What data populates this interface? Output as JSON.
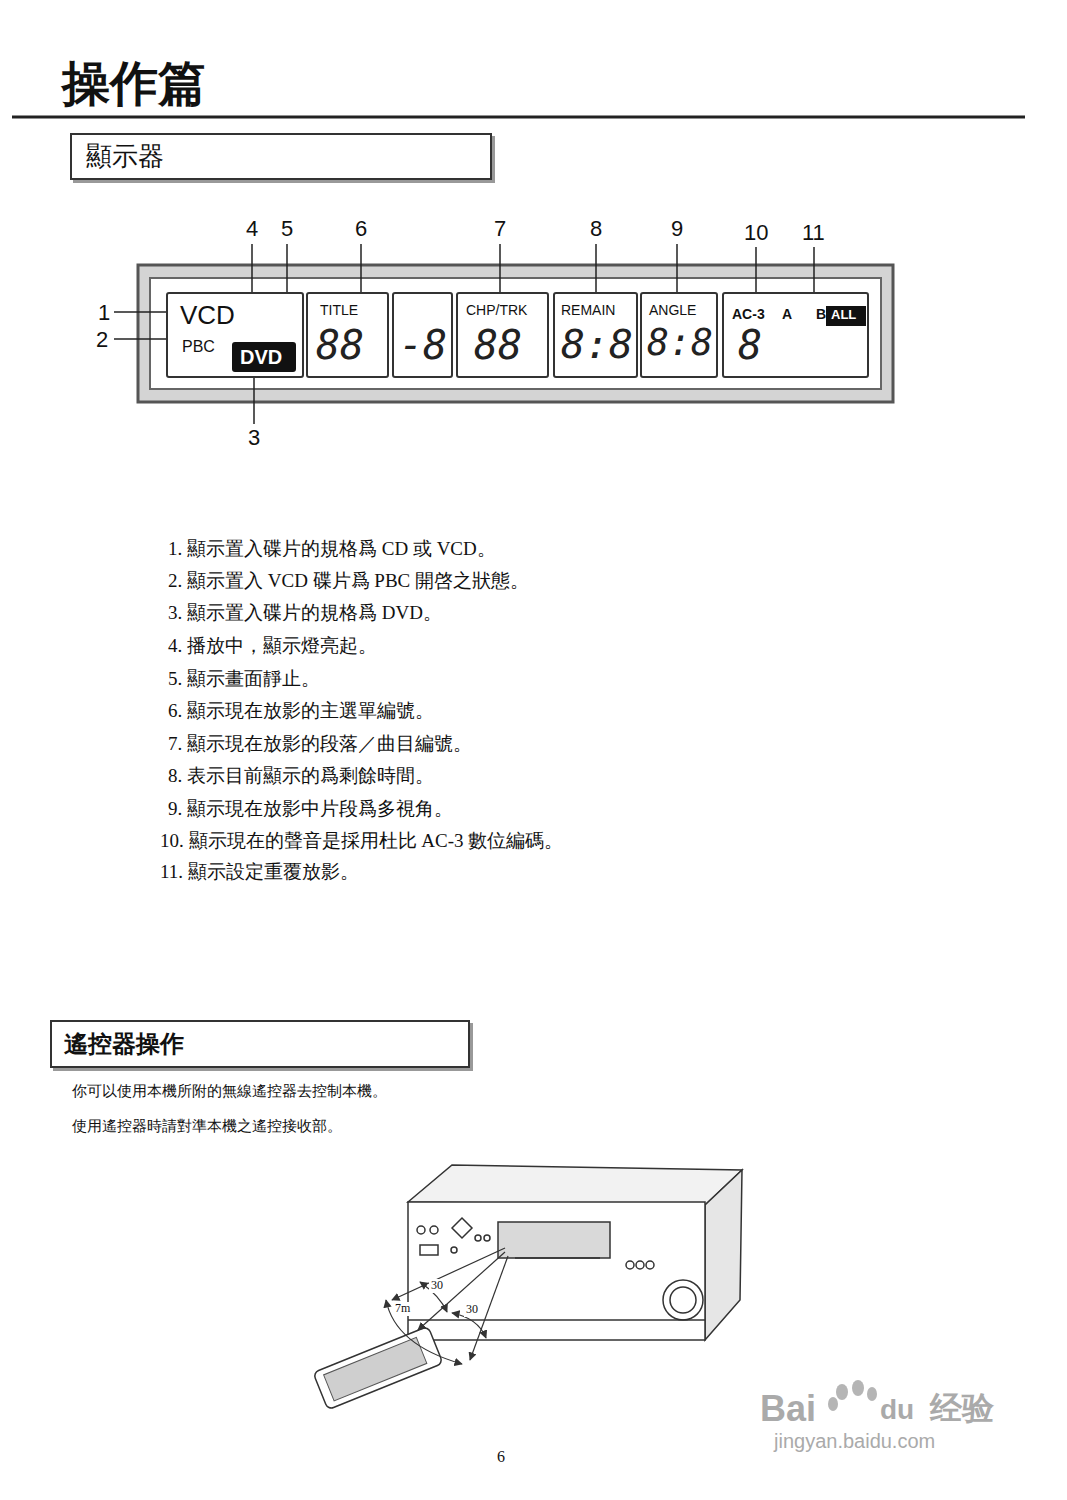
{
  "diagram": {
    "title": "操作篇",
    "nodes": [
      {
        "text": [
          "顯示器"
        ]
      },
      {
        "text": [
          "VCD",
          "PBC"
        ]
      },
      {
        "text": [
          "DVD"
        ],
        "in": 1
      },
      {
        "text": [
          "TITLE",
          "88"
        ]
      },
      {
        "text": [
          "-8"
        ]
      },
      {
        "text": [
          "CHP/TRK",
          "88"
        ]
      },
      {
        "text": [
          "REMAIN",
          "8:8"
        ]
      },
      {
        "text": [
          "ANGLE",
          "8:8"
        ]
      },
      {
        "text": [
          "AC-3",
          "A",
          "B",
          "8"
        ]
      },
      {
        "text": [
          "ALL"
        ],
        "in": 8
      },
      {
        "text": [
          "遙控器操作"
        ]
      }
    ],
    "edges": [],
    "labels": [
      "4",
      "5",
      "6",
      "7",
      "8",
      "9",
      "10",
      "11",
      "1",
      "2",
      "3",
      "1. 顯示置入碟片的規格爲 CD 或 VCD。",
      "2. 顯示置入 VCD 碟片爲 PBC 開啓之狀態。",
      "3. 顯示置入碟片的規格爲 DVD。",
      "4. 播放中，顯示燈亮起。",
      "5. 顯示畫面靜止。",
      "6. 顯示現在放影的主選單編號。",
      "7. 顯示現在放影的段落／曲目編號。",
      "8. 表示目前顯示的爲剩餘時間。",
      "9. 顯示現在放影中片段爲多視角。",
      "10. 顯示現在的聲音是採用杜比 AC-3 數位編碼。",
      "11. 顯示設定重覆放影。",
      "你可以使用本機所附的無線遙控器去控制本機。",
      "使用遙控器時請對準本機之遙控接收部。",
      "7m",
      "30",
      "30",
      "6",
      "Bai",
      "du",
      "经验",
      "jingyan.baidu.com"
    ]
  }
}
